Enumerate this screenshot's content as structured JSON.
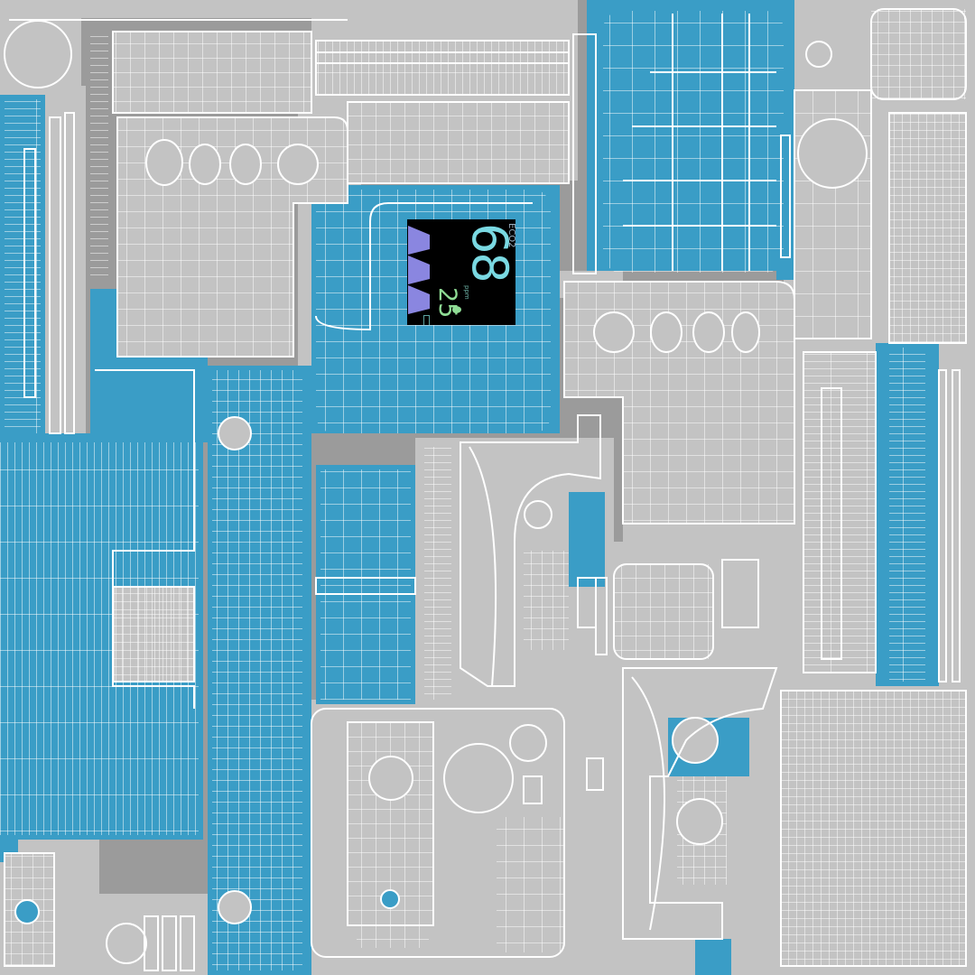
{
  "texture": {
    "type": "uv-wireframe-layout",
    "colors": {
      "background": "#9b9b9b",
      "island": "#c3c3c3",
      "accent": "#3a9dc6",
      "wire": "#ffffff",
      "screen": "#000000"
    }
  },
  "screen": {
    "main_value": "68",
    "secondary_value": "25",
    "tag": "ECO2",
    "unit": "ppm",
    "colors": {
      "main": "#7ad9e2",
      "secondary": "#8fdc95",
      "bars": "#8a86e0"
    },
    "icons": [
      "drop-icon",
      "battery-icon",
      "bar-graph-icon"
    ]
  }
}
